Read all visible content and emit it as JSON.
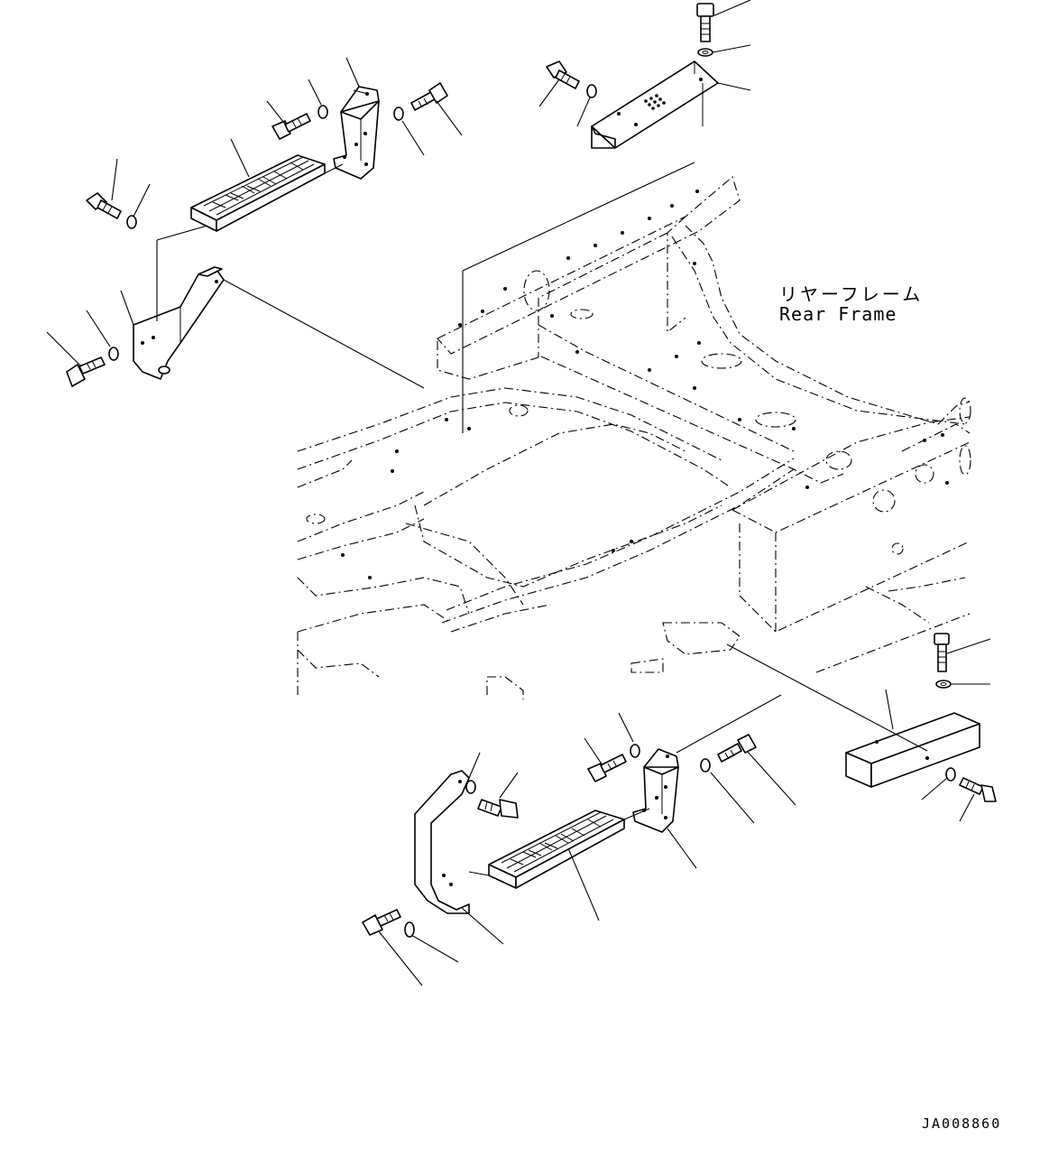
{
  "frame_label": {
    "japanese": "リヤーフレーム",
    "english": "Rear Frame"
  },
  "drawing_code": "JA008860",
  "components": [
    {
      "name": "upper-left-step",
      "parts": [
        "bolt",
        "washer",
        "step-plate",
        "bracket"
      ]
    },
    {
      "name": "upper-cover-plate",
      "parts": [
        "bolt",
        "washer",
        "cover-plate"
      ]
    },
    {
      "name": "lower-right-step",
      "parts": [
        "bolt",
        "washer",
        "step-plate",
        "bracket"
      ]
    },
    {
      "name": "right-end-cover",
      "parts": [
        "bolt",
        "washer",
        "cover-block"
      ]
    }
  ]
}
